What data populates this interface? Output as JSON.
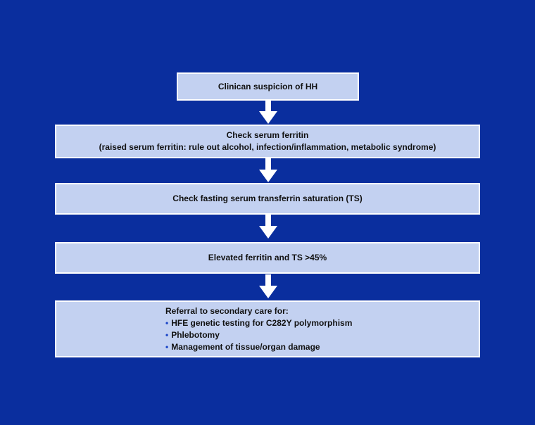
{
  "flowchart": {
    "step1": "Clinican suspicion of HH",
    "step2": {
      "line1": "Check serum ferritin",
      "line2": "(raised serum ferritin: rule out alcohol, infection/inflammation, metabolic syndrome)"
    },
    "step3": "Check fasting serum transferrin saturation (TS)",
    "step4": "Elevated ferritin and TS >45%",
    "step5": {
      "heading": "Referral to secondary care for:",
      "bullets": [
        "HFE genetic testing for C282Y polymorphism",
        "Phlebotomy",
        "Management of tissue/organ damage"
      ]
    }
  },
  "colors": {
    "background": "#0a2e9e",
    "box_fill": "#c3d1f1",
    "box_border": "#ffffff",
    "arrow": "#ffffff",
    "bullet": "#1f48c8"
  }
}
